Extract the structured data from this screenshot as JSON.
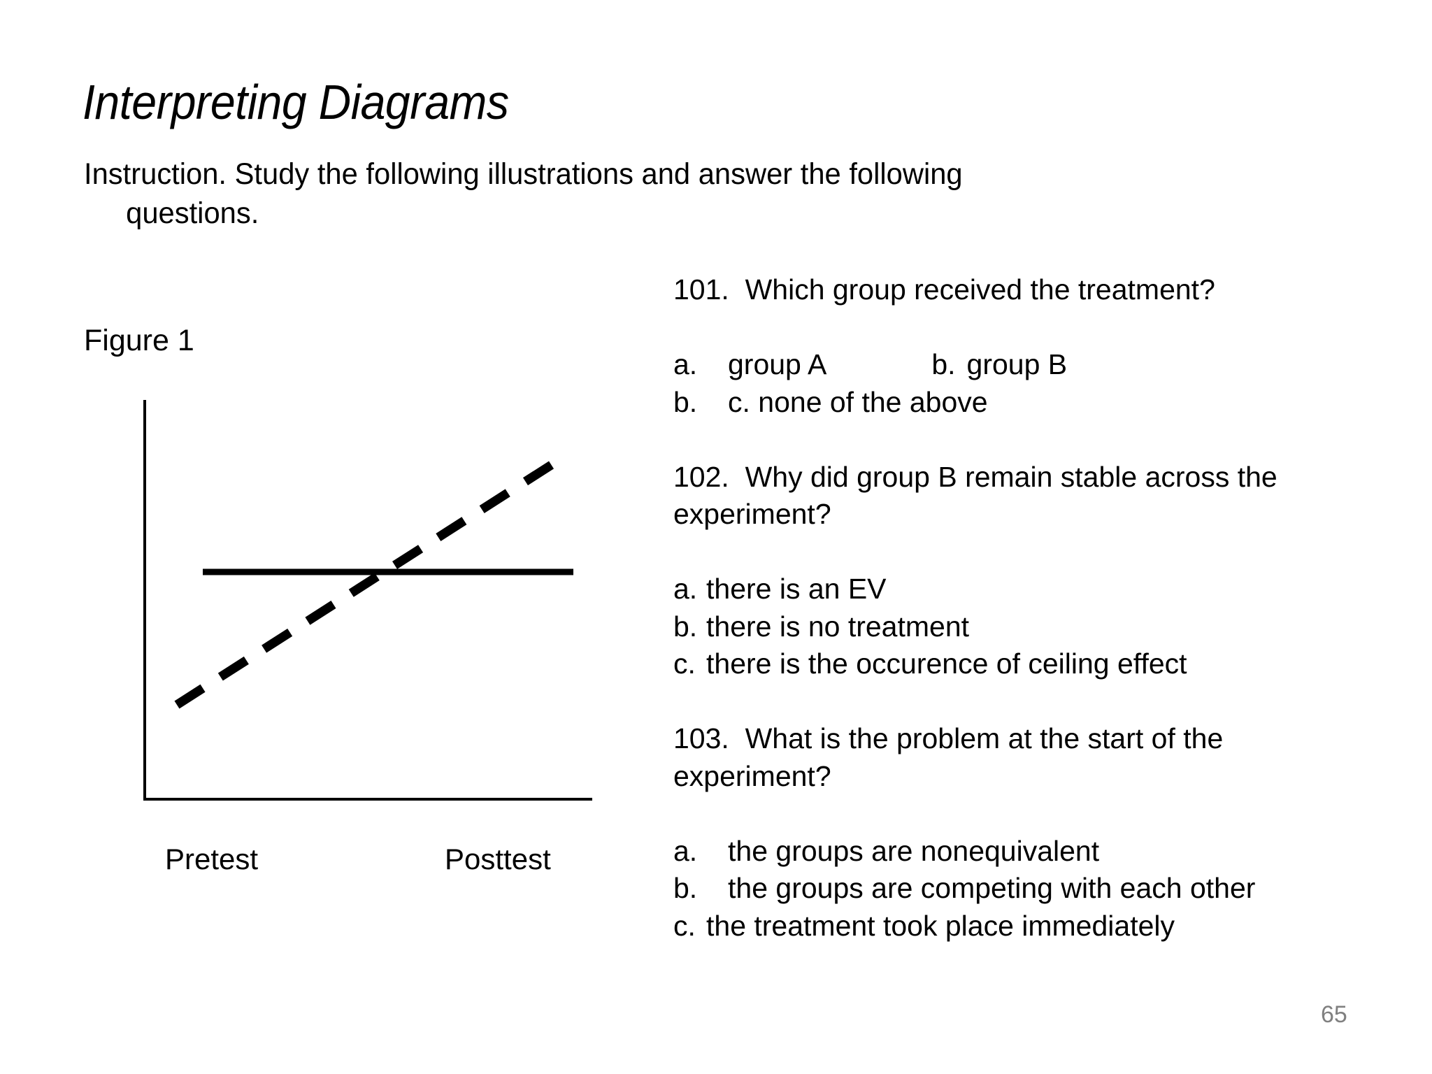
{
  "slide": {
    "title": "Interpreting Diagrams",
    "page_number": "65",
    "background_color": "#FFFFFF",
    "text_color": "#000000",
    "page_number_color": "#808080"
  },
  "instruction": {
    "line1": "Instruction.  Study the following illustrations and answer the following",
    "line2": "questions."
  },
  "figure": {
    "caption": "Figure 1",
    "x_label_left": "Pretest",
    "x_label_right": "Posttest"
  },
  "chart_data": {
    "type": "line",
    "title": "Figure 1",
    "xlabel": "",
    "ylabel": "",
    "categories": [
      "Pretest",
      "Posttest"
    ],
    "x": [
      0,
      1
    ],
    "axis_lines": {
      "x_axis": true,
      "y_axis": true,
      "grid": false
    },
    "series": [
      {
        "name": "group B",
        "style": "solid",
        "values": [
          0.5,
          0.5
        ],
        "x_start": 0.11,
        "x_end": 0.86,
        "description": "flat horizontal solid line, stable from pretest to posttest"
      },
      {
        "name": "group A",
        "style": "dashed",
        "values": [
          0.18,
          0.84
        ],
        "x_start": 0.13,
        "x_end": 0.83,
        "description": "rising dashed line, increases from pretest to posttest, crosses the solid line"
      }
    ],
    "ylim": [
      0,
      1
    ],
    "legend": "none"
  },
  "questions": [
    {
      "number": "101.",
      "stem": "101.  Which group received the treatment?",
      "options": [
        {
          "letter": "a.",
          "text": "group A",
          "letter_width": "wide",
          "trailing_letter": "b.",
          "trailing_text": "group B"
        },
        {
          "letter": "b.",
          "text": "c. none of the above",
          "letter_width": "wide"
        }
      ]
    },
    {
      "number": "102.",
      "stem": "102.  Why did group B remain stable across the\nexperiment?",
      "options": [
        {
          "letter": "a.",
          "text": "there is an EV",
          "letter_width": "narrow"
        },
        {
          "letter": "b.",
          "text": "there is no treatment",
          "letter_width": "narrow"
        },
        {
          "letter": "c.",
          "text": "there is the occurence of ceiling effect",
          "letter_width": "narrow"
        }
      ]
    },
    {
      "number": "103.",
      "stem": "103.  What is the problem at the start of the\nexperiment?",
      "options": [
        {
          "letter": "a.",
          "text": "the groups are nonequivalent",
          "letter_width": "wide"
        },
        {
          "letter": "b.",
          "text": "the groups are competing with each other",
          "letter_width": "wide"
        },
        {
          "letter": "c.",
          "text": "the treatment took place immediately",
          "letter_width": "narrow"
        }
      ]
    }
  ]
}
